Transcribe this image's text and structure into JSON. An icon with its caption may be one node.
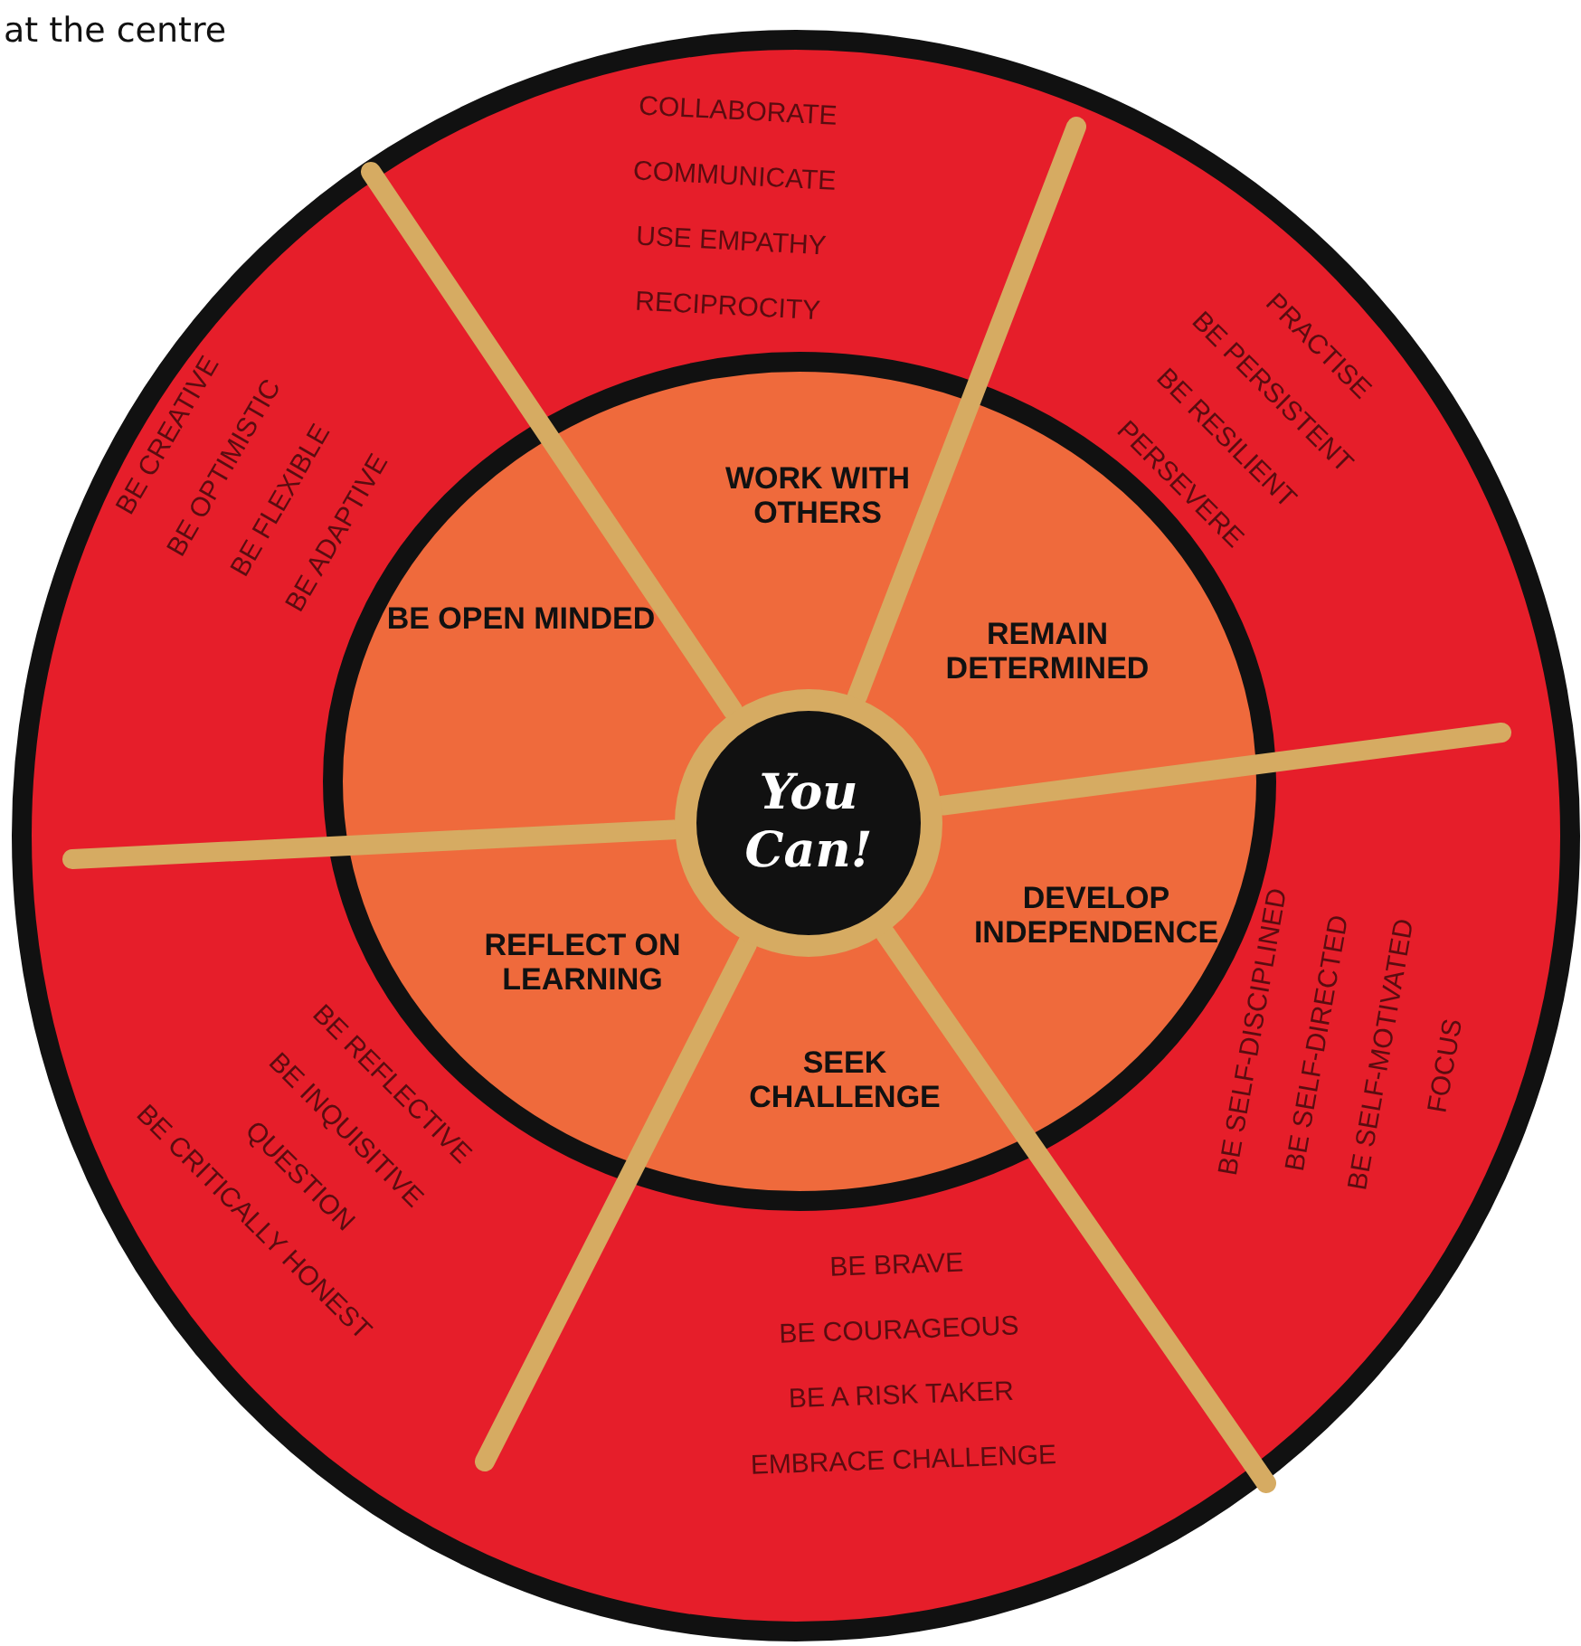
{
  "diagram": {
    "nodes": [
      {
        "text": [
          "You Can!"
        ]
      },
      {
        "text": [
          "WORK WITH OTHERS"
        ]
      },
      {
        "text": [
          "BE OPEN MINDED"
        ]
      },
      {
        "text": [
          "REMAIN DETERMINED"
        ]
      },
      {
        "text": [
          "DEVELOP INDEPENDENCE"
        ]
      },
      {
        "text": [
          "REFLECT ON LEARNING"
        ]
      },
      {
        "text": [
          "SEEK CHALLENGE"
        ]
      },
      {
        "text": [
          "COLLABORATE",
          "COMMUNICATE",
          "USE EMPATHY",
          "RECIPROCITY"
        ]
      },
      {
        "text": [
          "PRACTISE",
          "BE PERSISTENT",
          "BE RESILIENT",
          "PERSEVERE"
        ]
      },
      {
        "text": [
          "BE CREATIVE",
          "BE OPTIMISTIC",
          "BE FLEXIBLE",
          "BE ADAPTIVE"
        ]
      },
      {
        "text": [
          "BE SELF-DISCIPLINED",
          "BE SELF-DIRECTED",
          "BE SELF-MOTIVATED",
          "FOCUS"
        ]
      },
      {
        "text": [
          "BE REFLECTIVE",
          "BE INQUISITIVE",
          "QUESTION",
          "BE CRITICALLY HONEST"
        ]
      },
      {
        "text": [
          "BE BRAVE",
          "BE COURAGEOUS",
          "BE A RISK TAKER",
          "EMBRACE CHALLENGE"
        ]
      }
    ],
    "labels": [
      "at the centre"
    ]
  }
}
